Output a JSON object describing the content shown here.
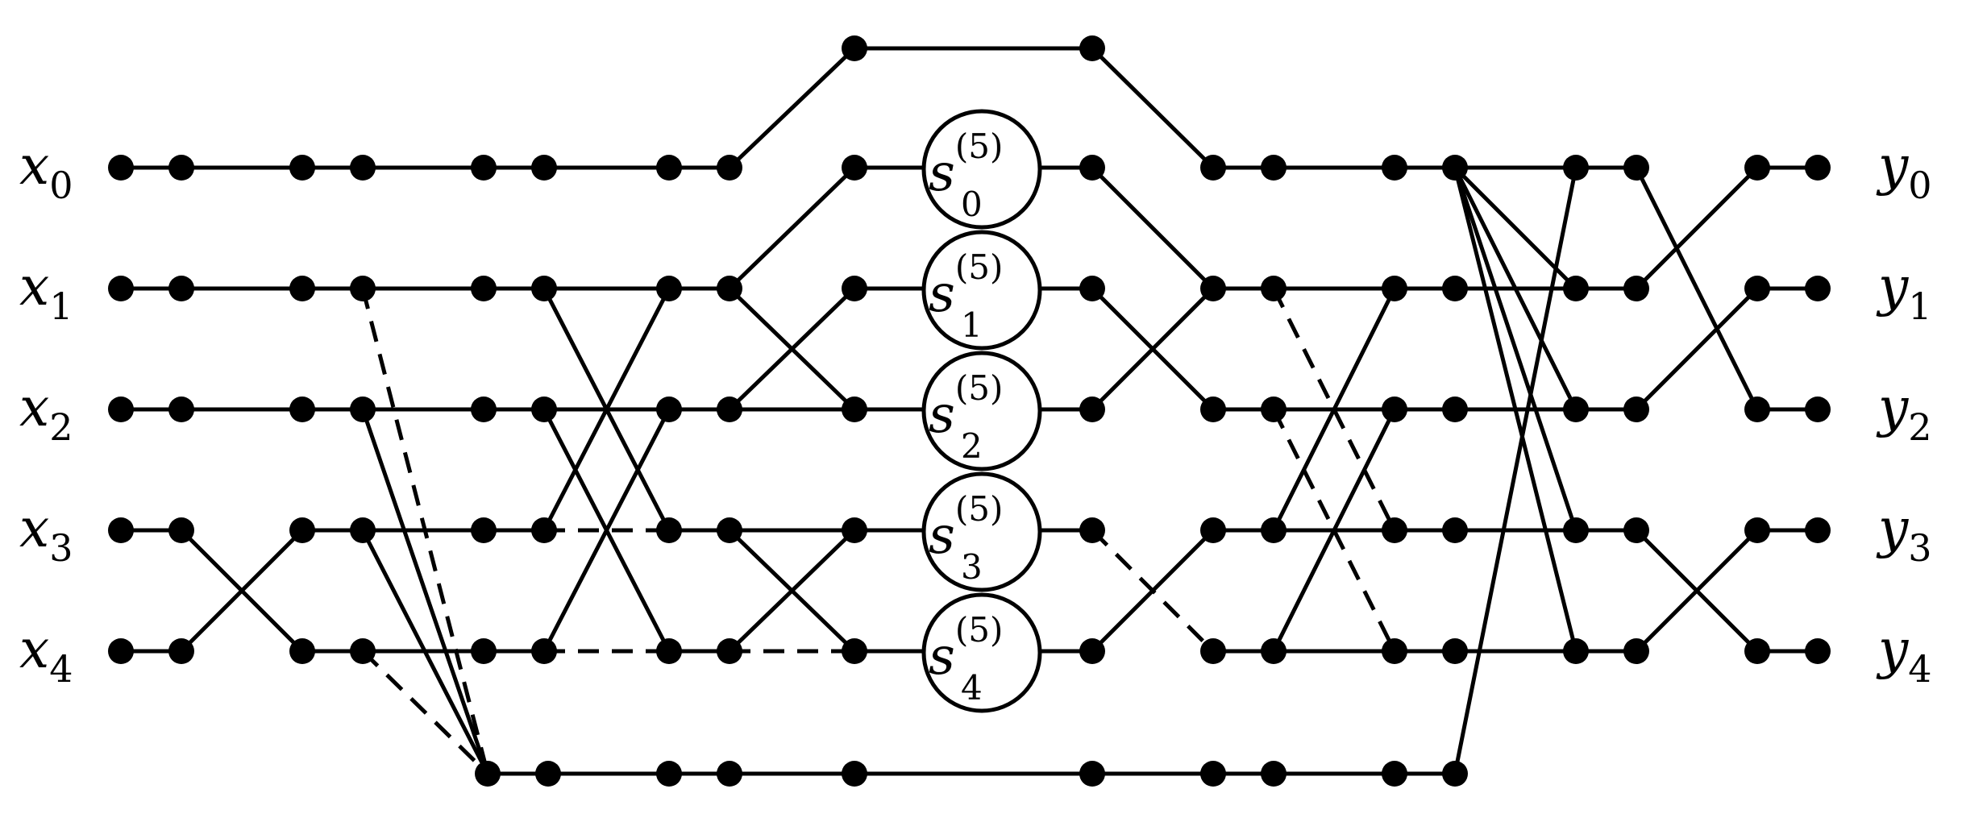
{
  "diagram": {
    "inputs": [
      {
        "base": "x",
        "sub": "0"
      },
      {
        "base": "x",
        "sub": "1"
      },
      {
        "base": "x",
        "sub": "2"
      },
      {
        "base": "x",
        "sub": "3"
      },
      {
        "base": "x",
        "sub": "4"
      }
    ],
    "outputs": [
      {
        "base": "y",
        "sub": "0"
      },
      {
        "base": "y",
        "sub": "1"
      },
      {
        "base": "y",
        "sub": "2"
      },
      {
        "base": "y",
        "sub": "3"
      },
      {
        "base": "y",
        "sub": "4"
      }
    ],
    "sboxes": [
      {
        "base": "s",
        "sub": "0",
        "sup": "(5)"
      },
      {
        "base": "s",
        "sub": "1",
        "sup": "(5)"
      },
      {
        "base": "s",
        "sub": "2",
        "sup": "(5)"
      },
      {
        "base": "s",
        "sub": "3",
        "sup": "(5)"
      },
      {
        "base": "s",
        "sub": "4",
        "sup": "(5)"
      }
    ]
  }
}
